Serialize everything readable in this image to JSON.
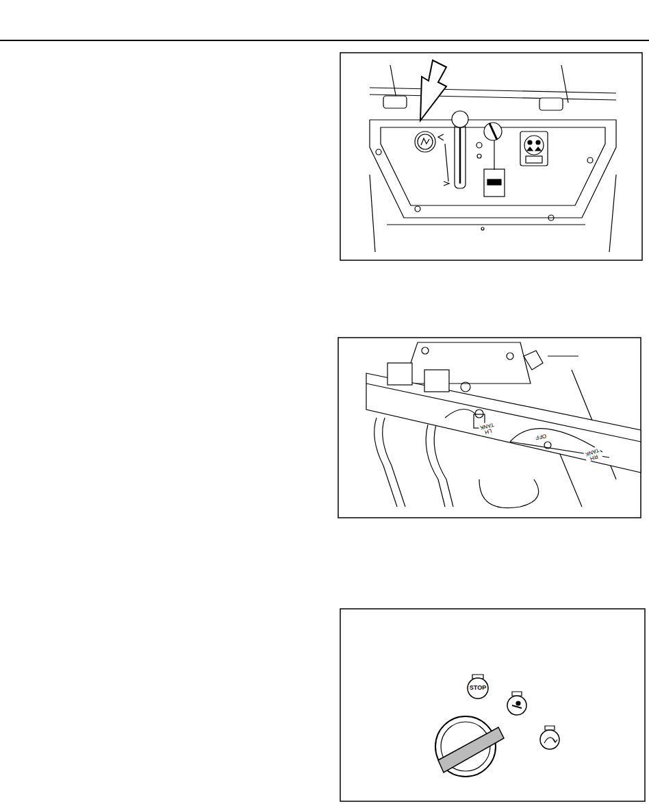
{
  "diagram": {
    "labels": [
      "LH TANK",
      "OFF",
      "RH TANK",
      "STOP"
    ]
  }
}
